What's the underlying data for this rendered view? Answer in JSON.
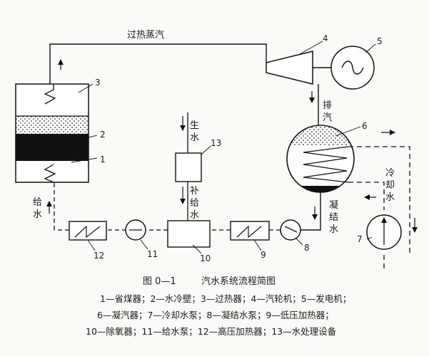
{
  "labels": {
    "superheated_steam": "过热蒸汽",
    "exhaust_1": "排",
    "exhaust_2": "汽",
    "raw_water_1": "生",
    "raw_water_2": "水",
    "makeup_1": "补",
    "makeup_2": "给",
    "makeup_3": "水",
    "feed_1": "给",
    "feed_2": "水",
    "condensate_1": "凝",
    "condensate_2": "结",
    "condensate_3": "水",
    "cooling_1": "冷",
    "cooling_2": "却",
    "cooling_3": "水"
  },
  "numbers": {
    "n1": "1",
    "n2": "2",
    "n3": "3",
    "n4": "4",
    "n5": "5",
    "n6": "6",
    "n7": "7",
    "n8": "8",
    "n9": "9",
    "n10": "10",
    "n11": "11",
    "n12": "12",
    "n13": "13"
  },
  "caption": {
    "figure_no": "图 0—1",
    "title": "汽水系统流程简图"
  },
  "legend": {
    "line1": "1—省煤器；2—水冷壁；3—过热器；4—汽轮机；5—发电机；",
    "line2": "6—凝汽器；7—冷却水泵；8—凝结水泵；9—低压加热器；",
    "line3": "10—除氧器；11—给水泵；12—高压加热器；13—水处理设备"
  }
}
